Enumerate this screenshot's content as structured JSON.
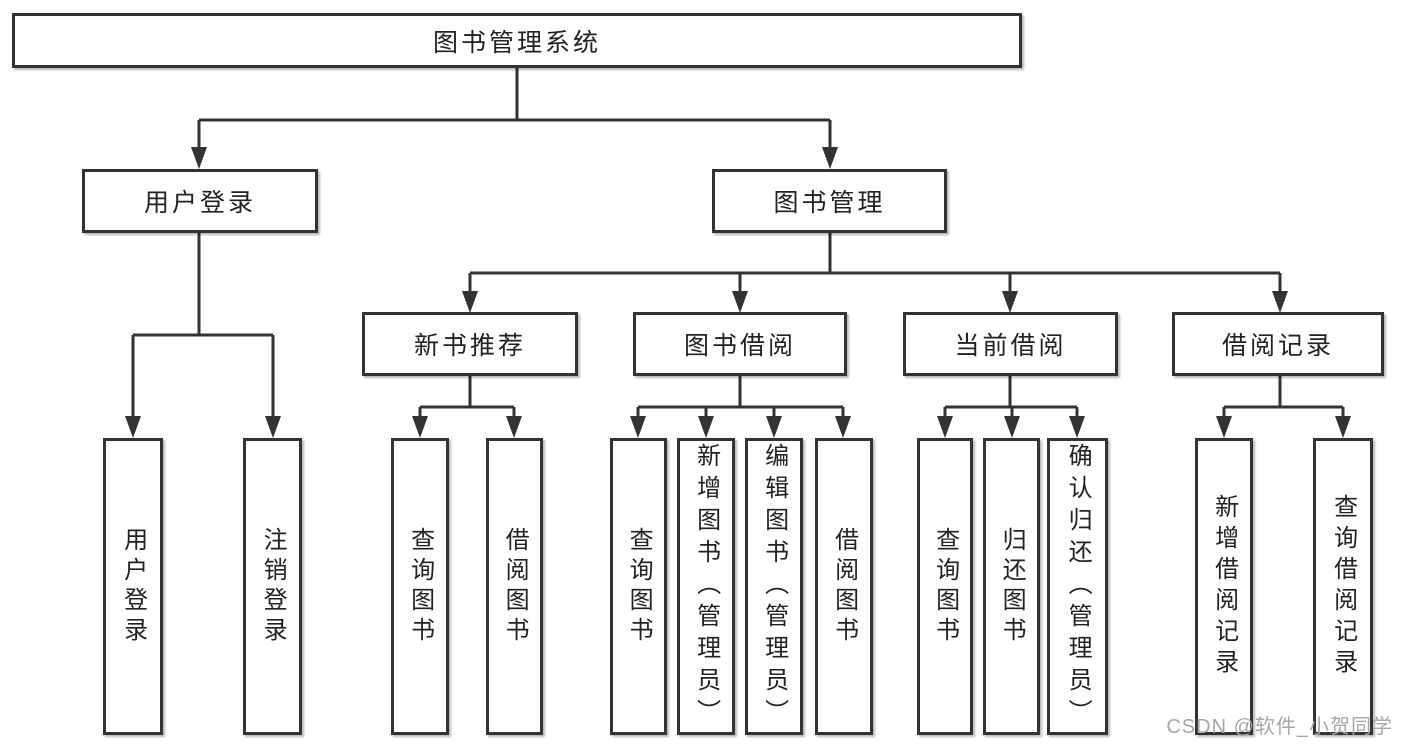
{
  "diagram": {
    "title": "图书管理系统",
    "level1": {
      "user_login": "用户登录",
      "book_management": "图书管理"
    },
    "level2": {
      "new_book_recommend": "新书推荐",
      "book_borrow": "图书借阅",
      "current_borrow": "当前借阅",
      "borrow_records": "借阅记录"
    },
    "leaves": {
      "user_login": "用户登录",
      "logout": "注销登录",
      "recommend_query_book": "查询图书",
      "recommend_borrow_book": "借阅图书",
      "borrow_query_book": "查询图书",
      "borrow_add_book": "新增图书（管理员）",
      "borrow_edit_book": "编辑图书（管理员）",
      "borrow_borrow_book": "借阅图书",
      "current_query_book": "查询图书",
      "current_return_book": "归还图书",
      "current_confirm_return": "确认归还（管理员）",
      "records_add_record": "新增借阅记录",
      "records_query_record": "查询借阅记录"
    }
  },
  "watermark": "CSDN @软件_小贺同学",
  "colors": {
    "line": "#333333",
    "box_border": "#333333",
    "box_fill": "#ffffff",
    "text": "#222222",
    "watermark": "#a6a6a6",
    "background": "#ffffff"
  }
}
